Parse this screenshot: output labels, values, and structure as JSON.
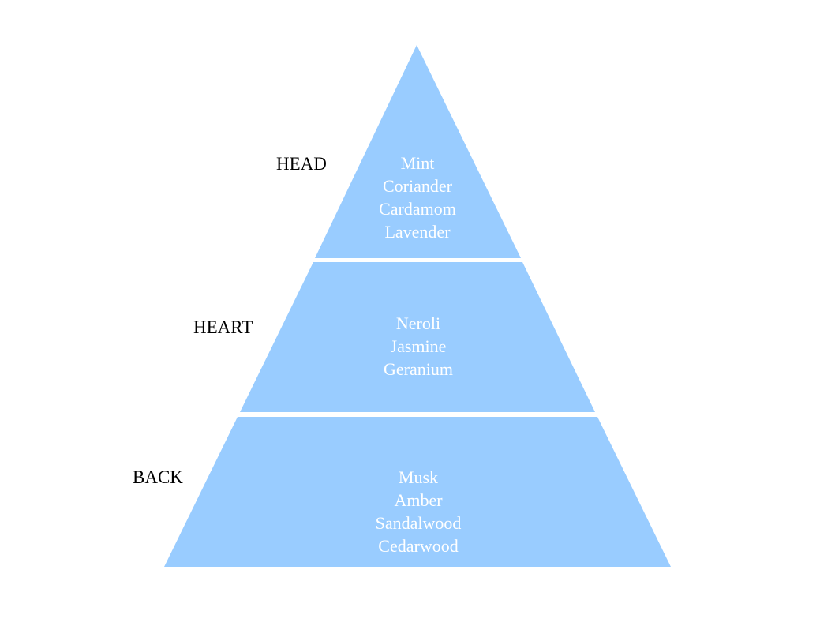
{
  "pyramid": {
    "fill_color": "#99ccff",
    "text_color": "#ffffff",
    "label_color": "#000000",
    "tiers": [
      {
        "label": "HEAD",
        "notes": [
          "Mint",
          "Coriander",
          "Cardamom",
          "Lavender"
        ]
      },
      {
        "label": "HEART",
        "notes": [
          "Neroli",
          "Jasmine",
          "Geranium"
        ]
      },
      {
        "label": "BACK",
        "notes": [
          "Musk",
          "Amber",
          "Sandalwood",
          "Cedarwood"
        ]
      }
    ]
  }
}
